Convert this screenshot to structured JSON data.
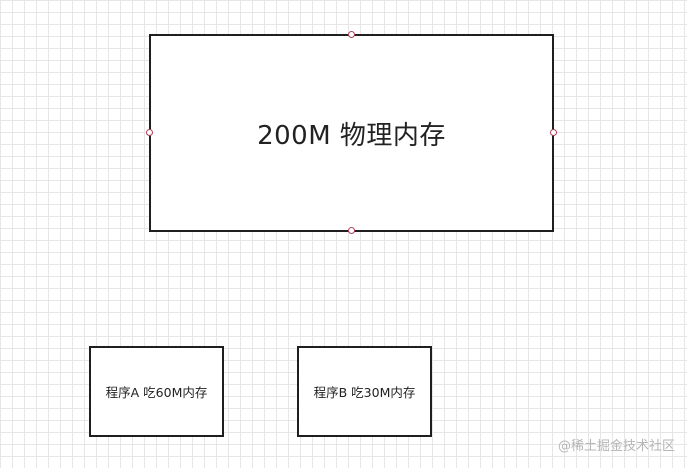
{
  "diagram": {
    "memory_box": {
      "label": "200M 物理内存"
    },
    "program_a": {
      "label": "程序A 吃60M内存"
    },
    "program_b": {
      "label": "程序B 吃30M内存"
    },
    "colors": {
      "border": "#1f1f1f",
      "handle_border": "#b0425a",
      "grid": "#e6e6e6",
      "text": "#222222"
    }
  },
  "watermark": "@稀土掘金技术社区"
}
